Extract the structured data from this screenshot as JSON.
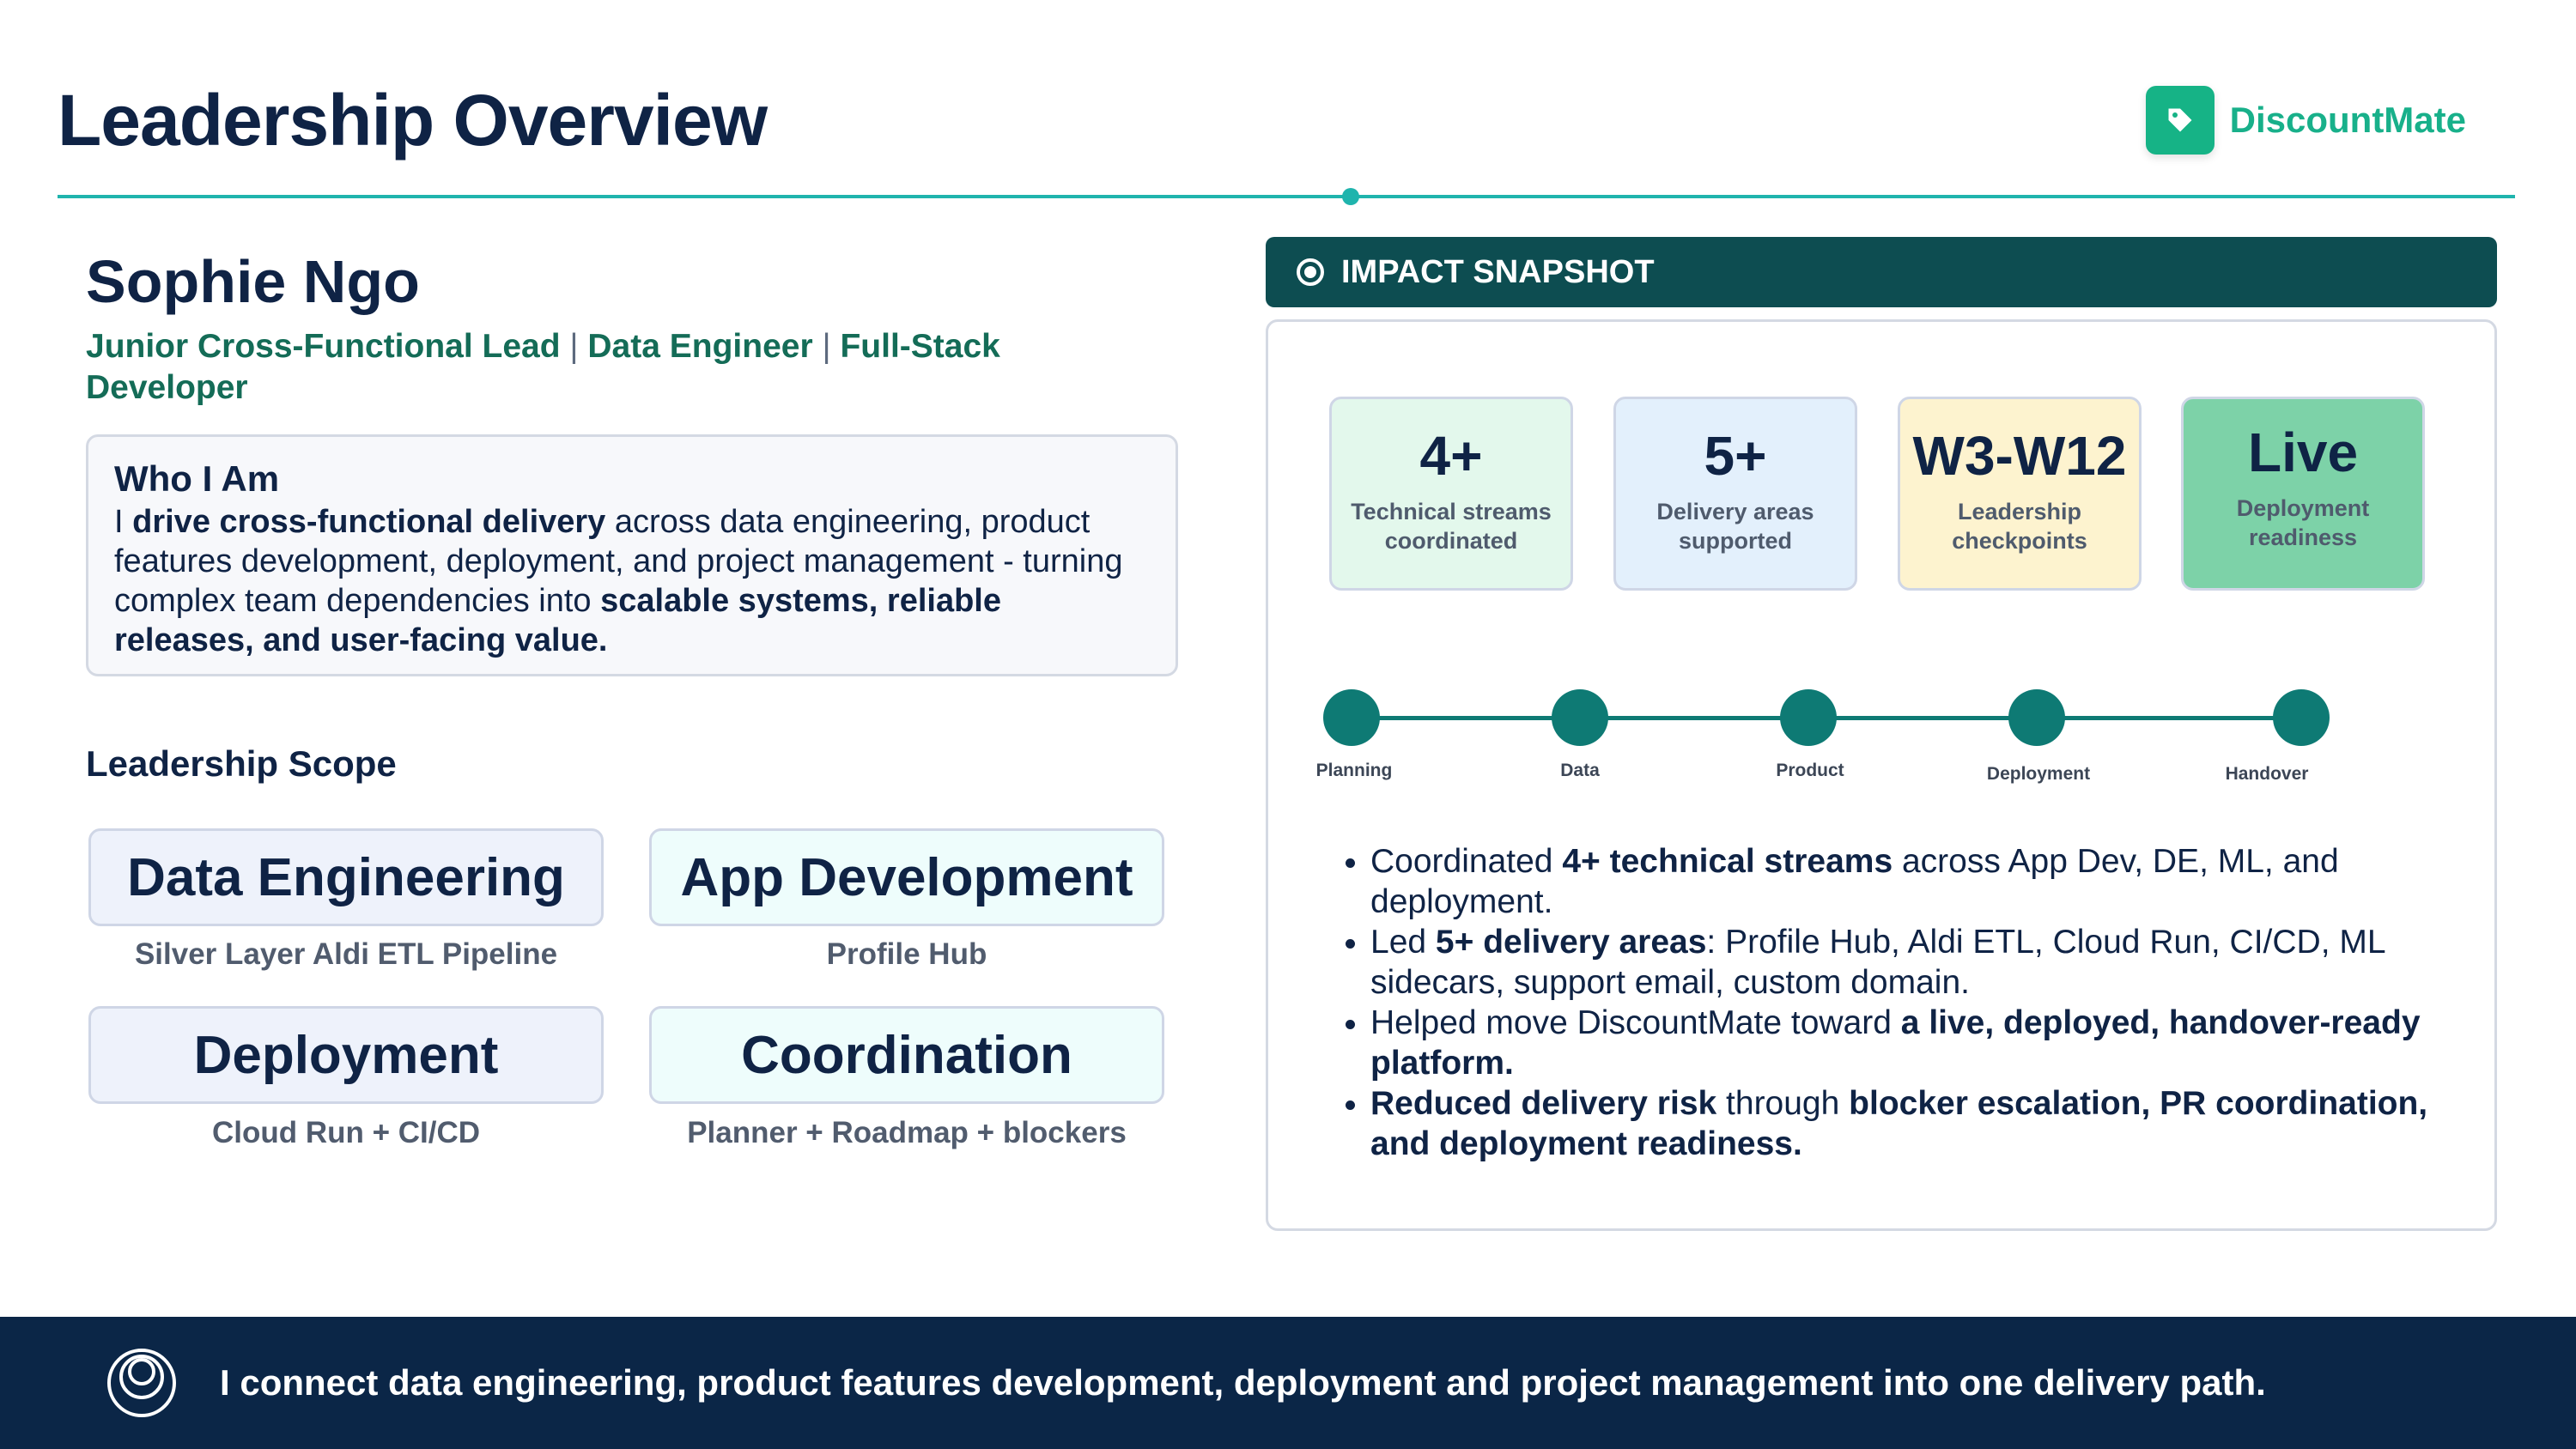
{
  "header": {
    "title": "Leadership Overview",
    "brand_name": "DiscountMate",
    "brand_icon": "tag-icon",
    "accent_color": "#1fb4ad"
  },
  "profile": {
    "name": "Sophie Ngo",
    "roles": [
      "Junior Cross-Functional Lead",
      "Data Engineer",
      "Full-Stack Developer"
    ],
    "separator": "|"
  },
  "who": {
    "title": "Who I Am",
    "lead": "I ",
    "bold1": "drive cross-functional delivery",
    "mid": " across data engineering, product features development, deployment, and project management - turning complex team dependencies into ",
    "bold2": "scalable systems, reliable releases, and user-facing value."
  },
  "scope": {
    "title": "Leadership Scope",
    "items": [
      {
        "label": "Data Engineering",
        "sub": "Silver Layer Aldi ETL Pipeline"
      },
      {
        "label": "App Development",
        "sub": "Profile Hub"
      },
      {
        "label": "Deployment",
        "sub": "Cloud Run + CI/CD"
      },
      {
        "label": "Coordination",
        "sub": "Planner + Roadmap + blockers"
      }
    ]
  },
  "snapshot": {
    "title": "IMPACT SNAPSHOT",
    "stats": [
      {
        "value": "4+",
        "label": "Technical streams coordinated",
        "color": "#e3f8ec"
      },
      {
        "value": "5+",
        "label": "Delivery areas supported",
        "color": "#e3f0fc"
      },
      {
        "value": "W3-W12",
        "label": "Leadership checkpoints",
        "color": "#fdf3cf"
      },
      {
        "value": "Live",
        "label": "Deployment readiness",
        "color": "#7dd2a8"
      }
    ],
    "timeline": [
      "Planning",
      "Data",
      "Product",
      "Deployment",
      "Handover"
    ],
    "bullets": [
      {
        "a": "Coordinated ",
        "b": "4+ technical streams",
        "c": " across App Dev, DE, ML, and deployment.",
        "d": ""
      },
      {
        "a": "Led ",
        "b": "5+ delivery areas",
        "c": ": Profile Hub, Aldi ETL, Cloud Run, CI/CD, ML sidecars, support email, custom domain.",
        "d": ""
      },
      {
        "a": "Helped move DiscountMate toward ",
        "b": "a live, deployed, handover-ready platform.",
        "c": "",
        "d": ""
      },
      {
        "a": "",
        "b": "Reduced delivery risk",
        "c": " through ",
        "d": "blocker escalation, PR coordination, and deployment readiness."
      }
    ]
  },
  "footer": {
    "text": "I connect data engineering, product features development, deployment and project management into one delivery path.",
    "icon": "target-icon"
  }
}
